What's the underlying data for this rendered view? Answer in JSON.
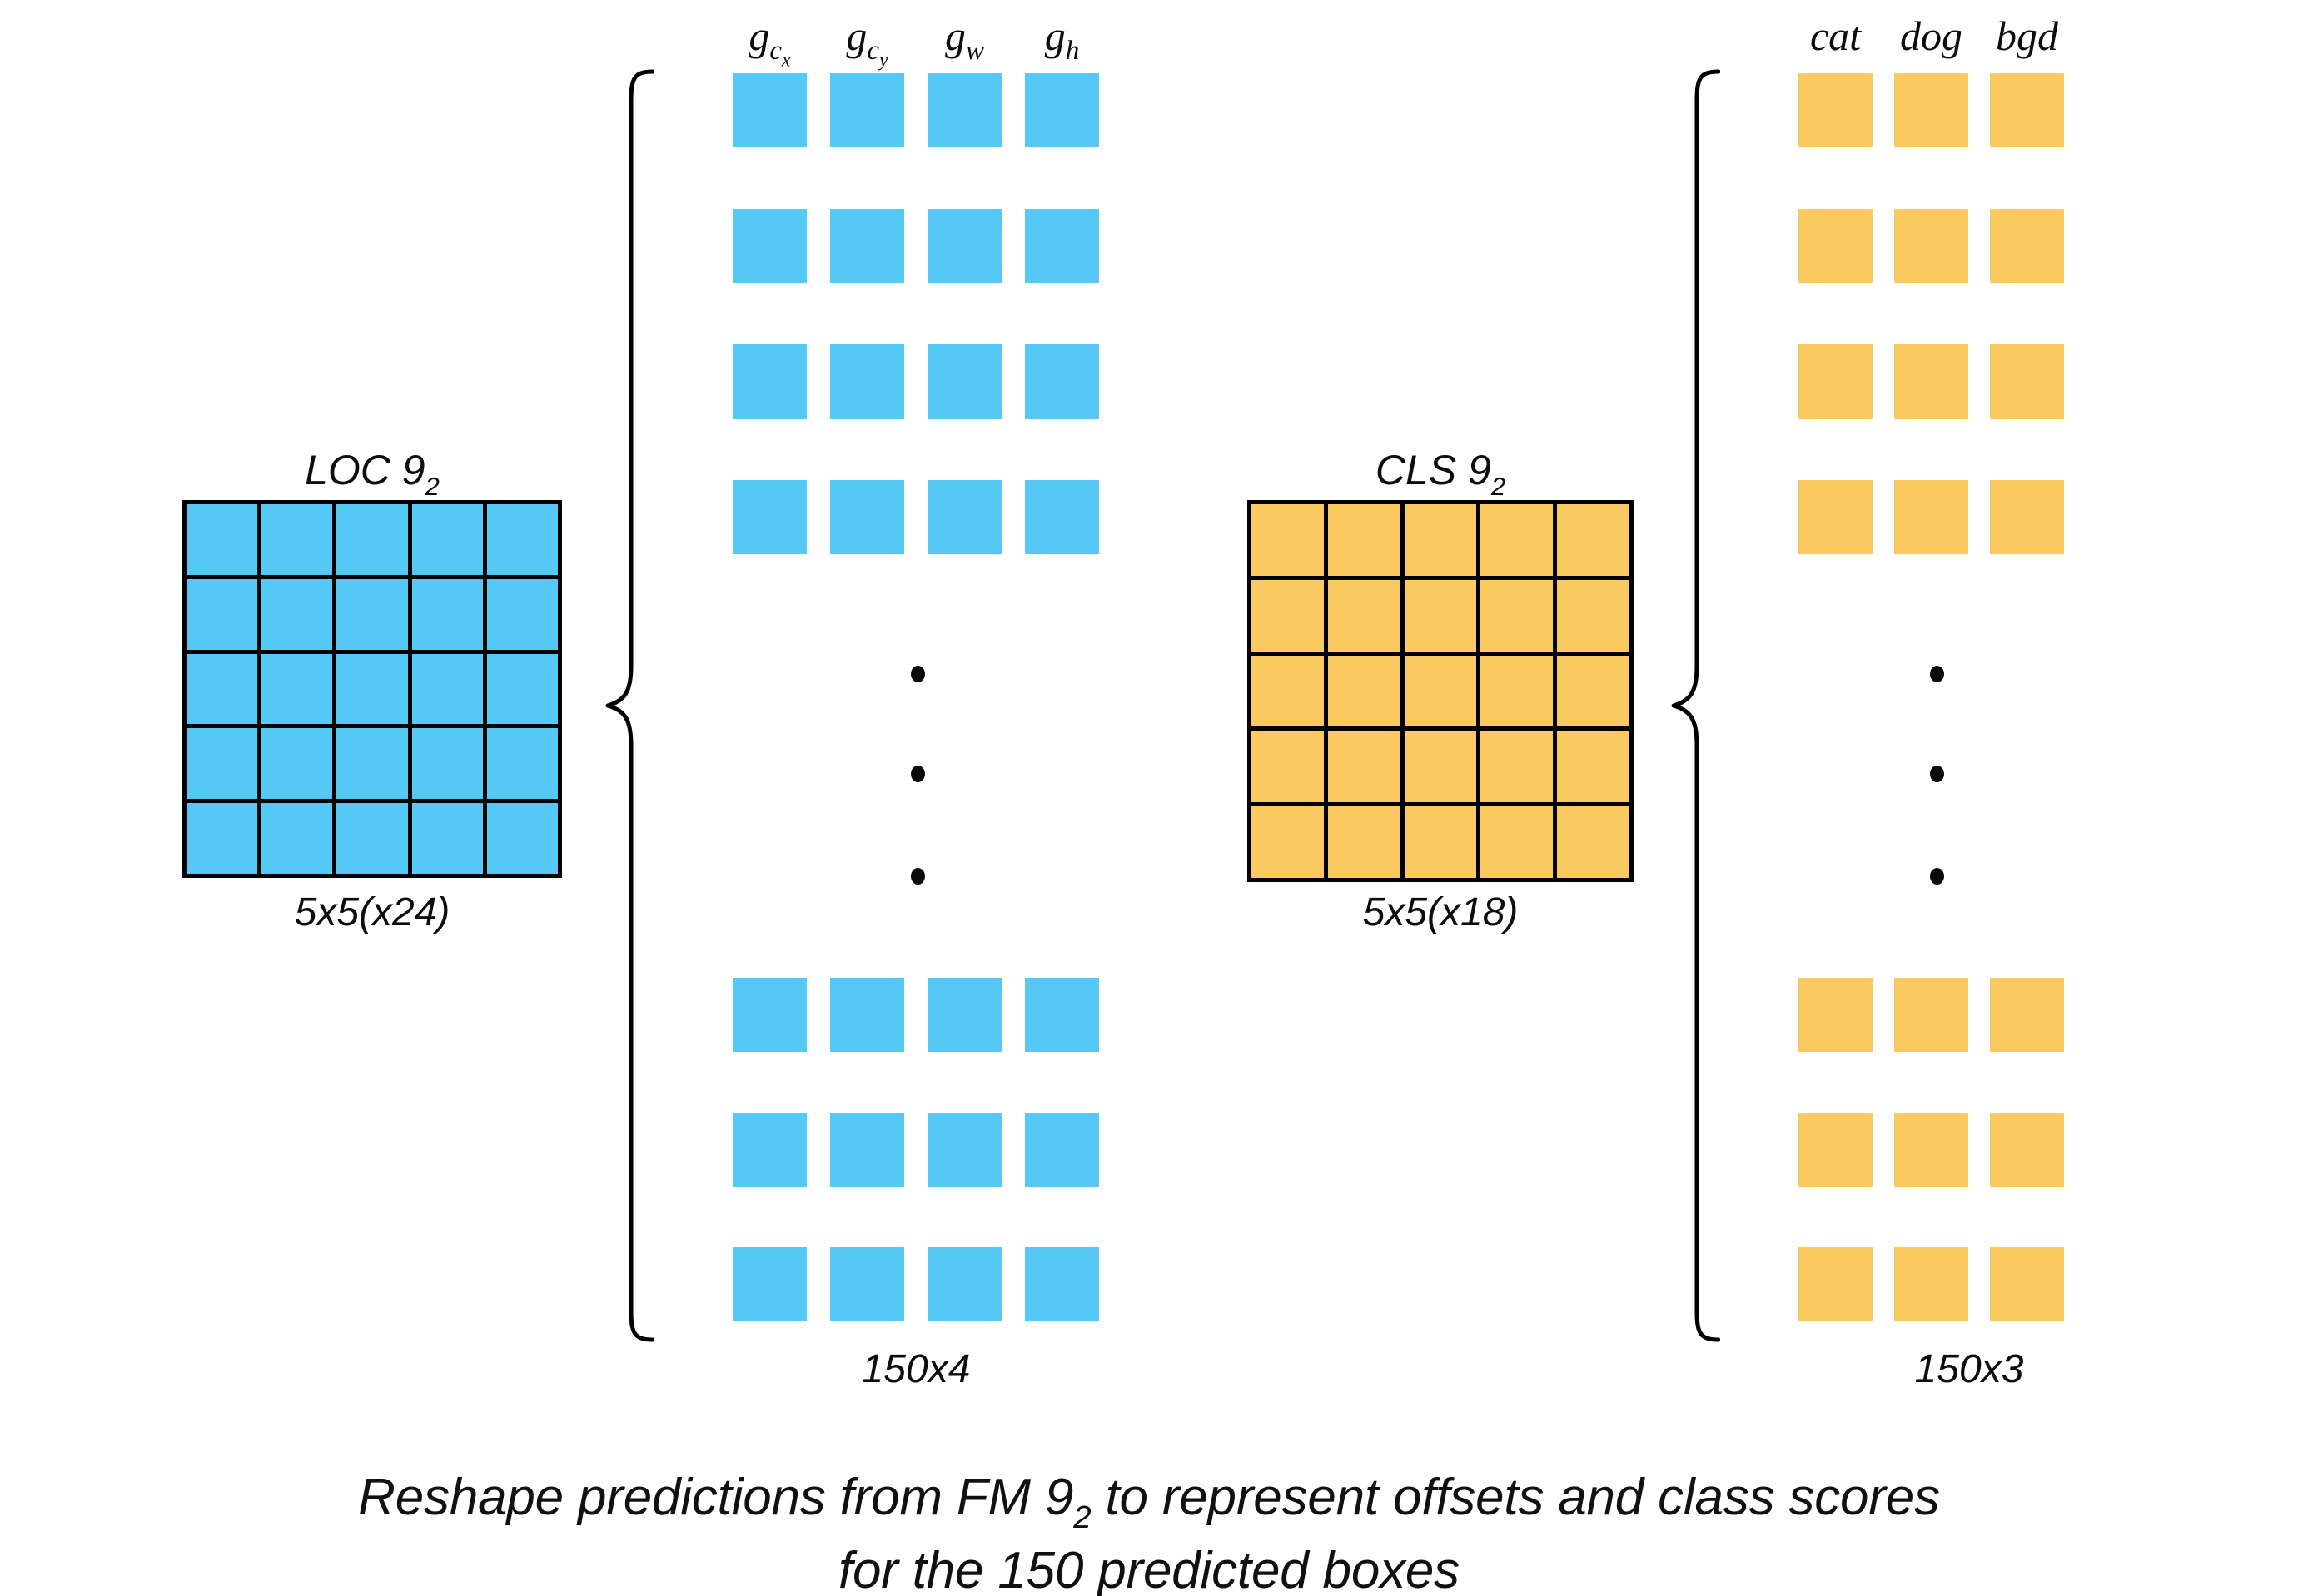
{
  "figure": {
    "caption_line1_pre": "Reshape predictions from FM 9",
    "caption_line1_sub": "2",
    "caption_line1_post": " to represent offsets and class scores",
    "caption_line2": "for the 150 predicted boxes"
  },
  "colors": {
    "localization_blue": "#55c9f5",
    "classification_yellow": "#fac960",
    "grid_line": "#000000",
    "text": "#0d0d0d",
    "background": "#ffffff"
  },
  "localization_branch": {
    "feature_map": {
      "title_pre": "LOC 9",
      "title_sub": "2",
      "size_caption": "5x5(x24)",
      "grid_rows": 5,
      "grid_cols": 5,
      "cell_count": 24
    },
    "reshaped": {
      "column_headers": [
        {
          "base": "g",
          "sub": "c",
          "sub2": "x"
        },
        {
          "base": "g",
          "sub": "c",
          "sub2": "y"
        },
        {
          "base": "g",
          "sub": "w",
          "sub2": ""
        },
        {
          "base": "g",
          "sub": "h",
          "sub2": ""
        }
      ],
      "shape_caption": "150x4",
      "visible_top_rows": 4,
      "visible_bottom_rows": 3,
      "total_rows": 150,
      "columns": 4,
      "ellipsis_dots": 3
    }
  },
  "classification_branch": {
    "feature_map": {
      "title_pre": "CLS 9",
      "title_sub": "2",
      "size_caption": "5x5(x18)",
      "grid_rows": 5,
      "grid_cols": 5,
      "cell_count": 18
    },
    "reshaped": {
      "column_headers": [
        {
          "base": "cat",
          "sub": "",
          "sub2": ""
        },
        {
          "base": "dog",
          "sub": "",
          "sub2": ""
        },
        {
          "base": "bgd",
          "sub": "",
          "sub2": ""
        }
      ],
      "shape_caption": "150x3",
      "visible_top_rows": 4,
      "visible_bottom_rows": 3,
      "total_rows": 150,
      "columns": 3,
      "ellipsis_dots": 3
    }
  }
}
